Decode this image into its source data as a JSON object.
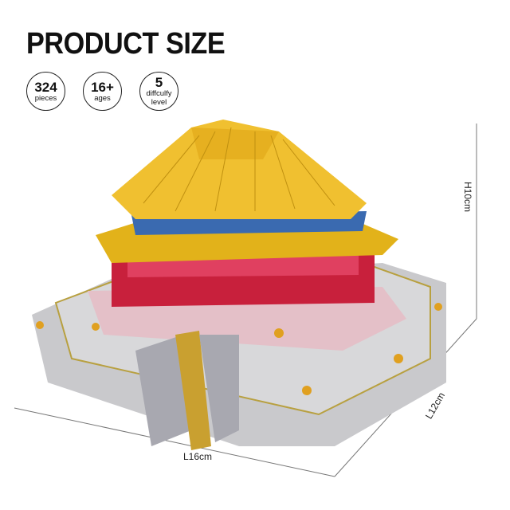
{
  "title": "PRODUCT SIZE",
  "badges": [
    {
      "value": "324",
      "label": "pieces"
    },
    {
      "value": "16+",
      "label": "ages"
    },
    {
      "value": "5",
      "label": "diffculfy level"
    }
  ],
  "dimensions": {
    "height": "H10cm",
    "length": "L16cm",
    "width": "L12cm"
  }
}
